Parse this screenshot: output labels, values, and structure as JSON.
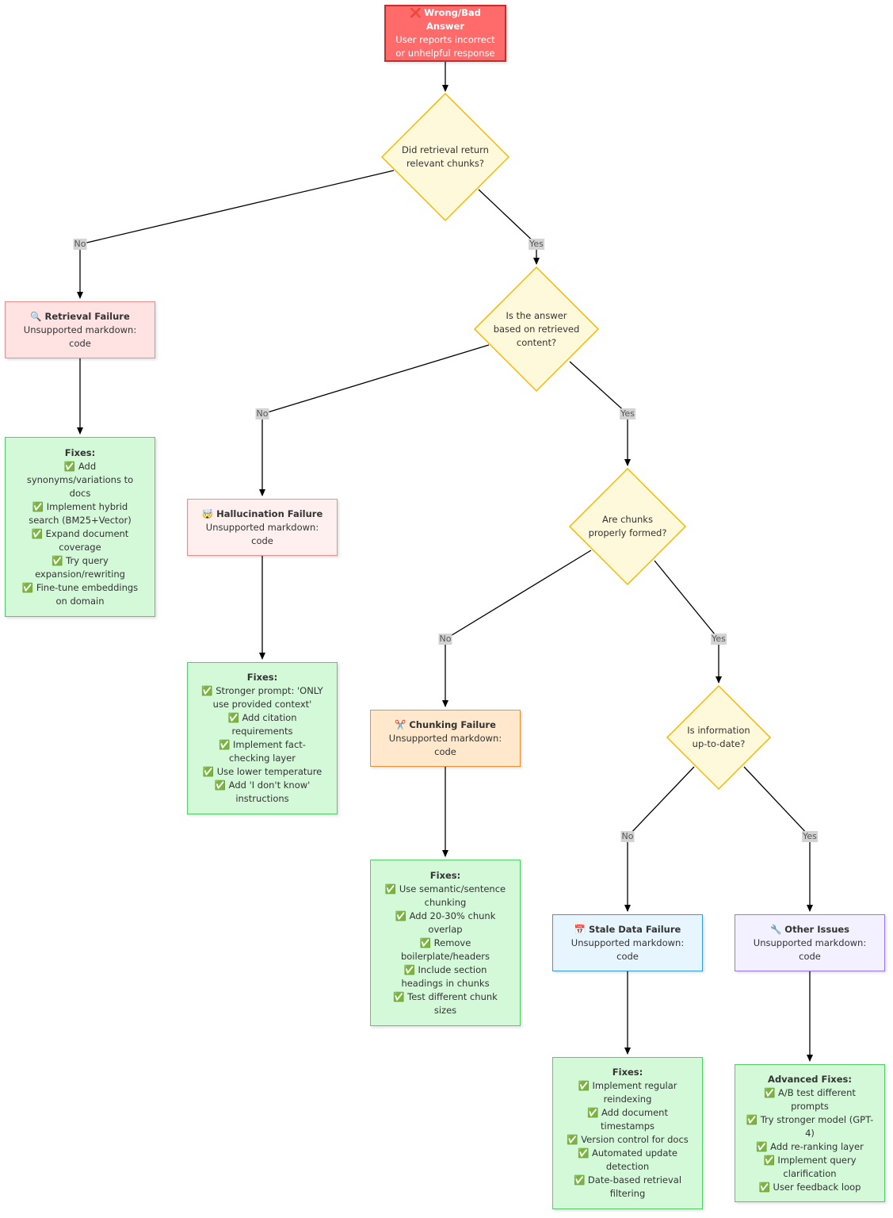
{
  "colors": {
    "start_fill": "#ff6b6b",
    "start_border": "#c92a2a",
    "decision_fill": "#fff9db",
    "decision_border": "#f5b800",
    "retrieval_fill": "#ffe3e3",
    "retrieval_border": "#f28b8b",
    "halluc_fill": "#fff0f0",
    "halluc_border": "#f28b8b",
    "chunk_fill": "#ffe8cc",
    "chunk_border": "#f08c34",
    "stale_fill": "#e7f5ff",
    "stale_border": "#339af0",
    "other_fill": "#f3f0ff",
    "other_border": "#9775fa",
    "fix_fill": "#d3f9d8",
    "fix_border": "#51cf66",
    "edge": "#000000"
  },
  "start": {
    "title": "❌ Wrong/Bad Answer",
    "lines": [
      "User reports incorrect",
      "or unhelpful response"
    ]
  },
  "decisions": {
    "d1": {
      "lines": [
        "Did retrieval return",
        "relevant chunks?"
      ]
    },
    "d2": {
      "lines": [
        "Is the answer",
        "based on retrieved",
        "content?"
      ]
    },
    "d3": {
      "lines": [
        "Are chunks",
        "properly formed?"
      ]
    },
    "d4": {
      "lines": [
        "Is information",
        "up-to-date?"
      ]
    }
  },
  "edge_labels": {
    "no": "No",
    "yes": "Yes"
  },
  "failures": {
    "retrieval": {
      "title": "🔍 Retrieval Failure",
      "lines": [
        "Unsupported markdown:",
        "code"
      ]
    },
    "halluc": {
      "title": "🤯 Hallucination Failure",
      "lines": [
        "Unsupported markdown:",
        "code"
      ]
    },
    "chunk": {
      "title": "✂️ Chunking Failure",
      "lines": [
        "Unsupported markdown:",
        "code"
      ]
    },
    "stale": {
      "title": "📅 Stale Data Failure",
      "lines": [
        "Unsupported markdown:",
        "code"
      ]
    },
    "other": {
      "title": "🔧 Other Issues",
      "lines": [
        "Unsupported markdown:",
        "code"
      ]
    }
  },
  "fixes": {
    "retrieval": {
      "title": "Fixes:",
      "lines": [
        "✅ Add",
        "synonyms/variations to",
        "docs",
        "✅ Implement hybrid",
        "search (BM25+Vector)",
        "✅ Expand document",
        "coverage",
        "✅ Try query",
        "expansion/rewriting",
        "✅ Fine-tune embeddings",
        "on domain"
      ]
    },
    "halluc": {
      "title": "Fixes:",
      "lines": [
        "✅ Stronger prompt: 'ONLY",
        "use provided context'",
        "✅ Add citation",
        "requirements",
        "✅ Implement fact-",
        "checking layer",
        "✅ Use lower temperature",
        "✅ Add 'I don't know'",
        "instructions"
      ]
    },
    "chunk": {
      "title": "Fixes:",
      "lines": [
        "✅ Use semantic/sentence",
        "chunking",
        "✅ Add 20-30% chunk",
        "overlap",
        "✅ Remove",
        "boilerplate/headers",
        "✅ Include section",
        "headings in chunks",
        "✅ Test different chunk",
        "sizes"
      ]
    },
    "stale": {
      "title": "Fixes:",
      "lines": [
        "✅ Implement regular",
        "reindexing",
        "✅ Add document",
        "timestamps",
        "✅ Version control for docs",
        "✅ Automated update",
        "detection",
        "✅ Date-based retrieval",
        "filtering"
      ]
    },
    "other": {
      "title": "Advanced Fixes:",
      "lines": [
        "✅ A/B test different",
        "prompts",
        "✅ Try stronger model (GPT-",
        "4)",
        "✅ Add re-ranking layer",
        "✅ Implement query",
        "clarification",
        "✅ User feedback loop"
      ]
    }
  }
}
